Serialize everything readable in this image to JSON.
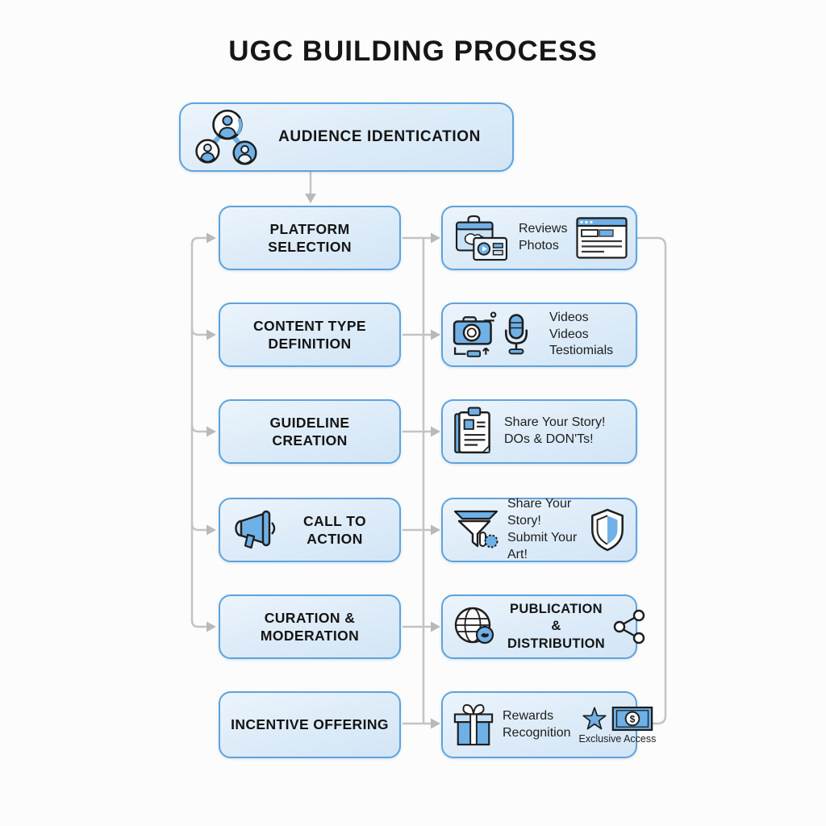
{
  "title": "UGC BUILDING PROCESS",
  "colors": {
    "box_fill": "#dcebf8",
    "box_border": "#5ea3dc",
    "connector_gray": "#c3c3c3",
    "icon_blue": "#6fb0e6",
    "icon_light_blue": "#c9e2f6",
    "icon_outline": "#1d1d1d",
    "text_dark": "#141414"
  },
  "top_node": {
    "label": "AUDIENCE IDENTICATION",
    "icon": "audience-network-icon"
  },
  "steps": [
    {
      "left_lines": [
        "PLATFORM",
        "SELECTION"
      ],
      "right_lines": [
        "Reviews",
        "Photos"
      ],
      "right_icons": [
        "social-platforms-icon",
        "browser-window-icon"
      ]
    },
    {
      "left_lines": [
        "CONTENT TYPE",
        "DEFINITION"
      ],
      "right_lines": [
        "Videos",
        "Videos",
        "Testiomials"
      ],
      "right_icons": [
        "camera-icon",
        "microphone-icon"
      ]
    },
    {
      "left_lines": [
        "GUIDELINE",
        "CREATION"
      ],
      "right_lines": [
        "Share Your Story!",
        "DOs & DON'Ts!"
      ],
      "right_icons": [
        "clipboard-icon"
      ]
    },
    {
      "left_lines": [
        "CALL TO",
        "ACTION"
      ],
      "left_icon": "megaphone-icon",
      "right_lines": [
        "Share Your Story!",
        "Submit Your Art!"
      ],
      "right_icons": [
        "funnel-icon",
        "shield-icon"
      ]
    },
    {
      "left_lines": [
        "CURATION &",
        "MODERATION"
      ],
      "right_lines": [
        "PUBLICATION &",
        "DISTRIBUTION"
      ],
      "right_icons": [
        "globe-icon",
        "share-nodes-icon"
      ]
    },
    {
      "left_lines": [
        "INCENTIVE OFFERING"
      ],
      "right_lines": [
        "Rewards",
        "Recognition"
      ],
      "right_extra": "Exclusive Access",
      "right_icons": [
        "gift-icon",
        "star-icon",
        "money-icon"
      ]
    }
  ]
}
